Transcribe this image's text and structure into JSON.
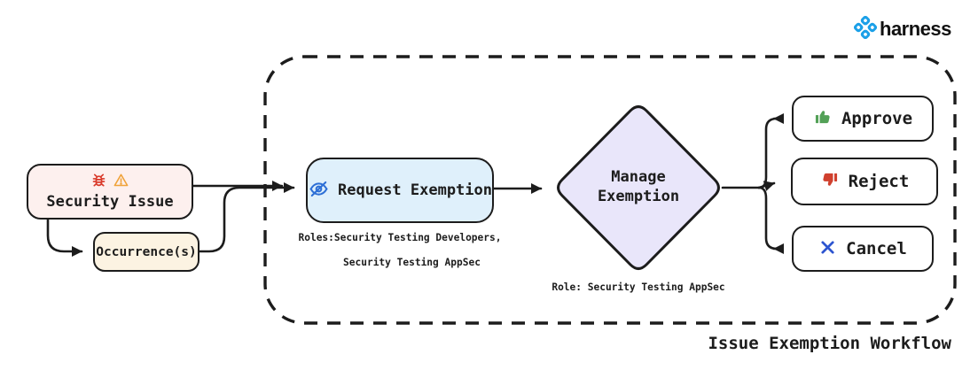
{
  "brand": {
    "wordmark": "harness"
  },
  "workflow": {
    "title": "Issue Exemption Workflow",
    "nodes": {
      "security_issue": {
        "label": "Security Issue"
      },
      "occurrences": {
        "label": "Occurrence(s)"
      },
      "request_exemption": {
        "label": "Request Exemption",
        "roles_line1": "Roles:Security Testing Developers,",
        "roles_line2": "Security Testing AppSec"
      },
      "manage_exemption": {
        "line1": "Manage",
        "line2": "Exemption",
        "role_note": "Role: Security Testing AppSec"
      },
      "approve": {
        "label": "Approve"
      },
      "reject": {
        "label": "Reject"
      },
      "cancel": {
        "label": "Cancel"
      }
    },
    "icons": {
      "security_issue": [
        "bug-icon",
        "warning-icon"
      ],
      "request_exemption": "eye-slash-icon",
      "approve": "thumbs-up-icon",
      "reject": "thumbs-down-icon",
      "cancel": "x-icon",
      "brand": "harness-logo-icon"
    },
    "colors": {
      "node_border": "#1c1c1c",
      "security_issue_fill": "#fdf0ee",
      "occurrences_fill": "#fcf3e2",
      "request_exemption_fill": "#dff0fb",
      "manage_exemption_fill": "#e9e6fa",
      "approve_icon": "#53a157",
      "reject_icon": "#d0402e",
      "cancel_icon": "#2d55d0",
      "eye_icon": "#2d6fd6",
      "bug_icon": "#d93a2a",
      "warning_icon": "#f0a33a",
      "harness_blue": "#1ba0e8"
    }
  }
}
